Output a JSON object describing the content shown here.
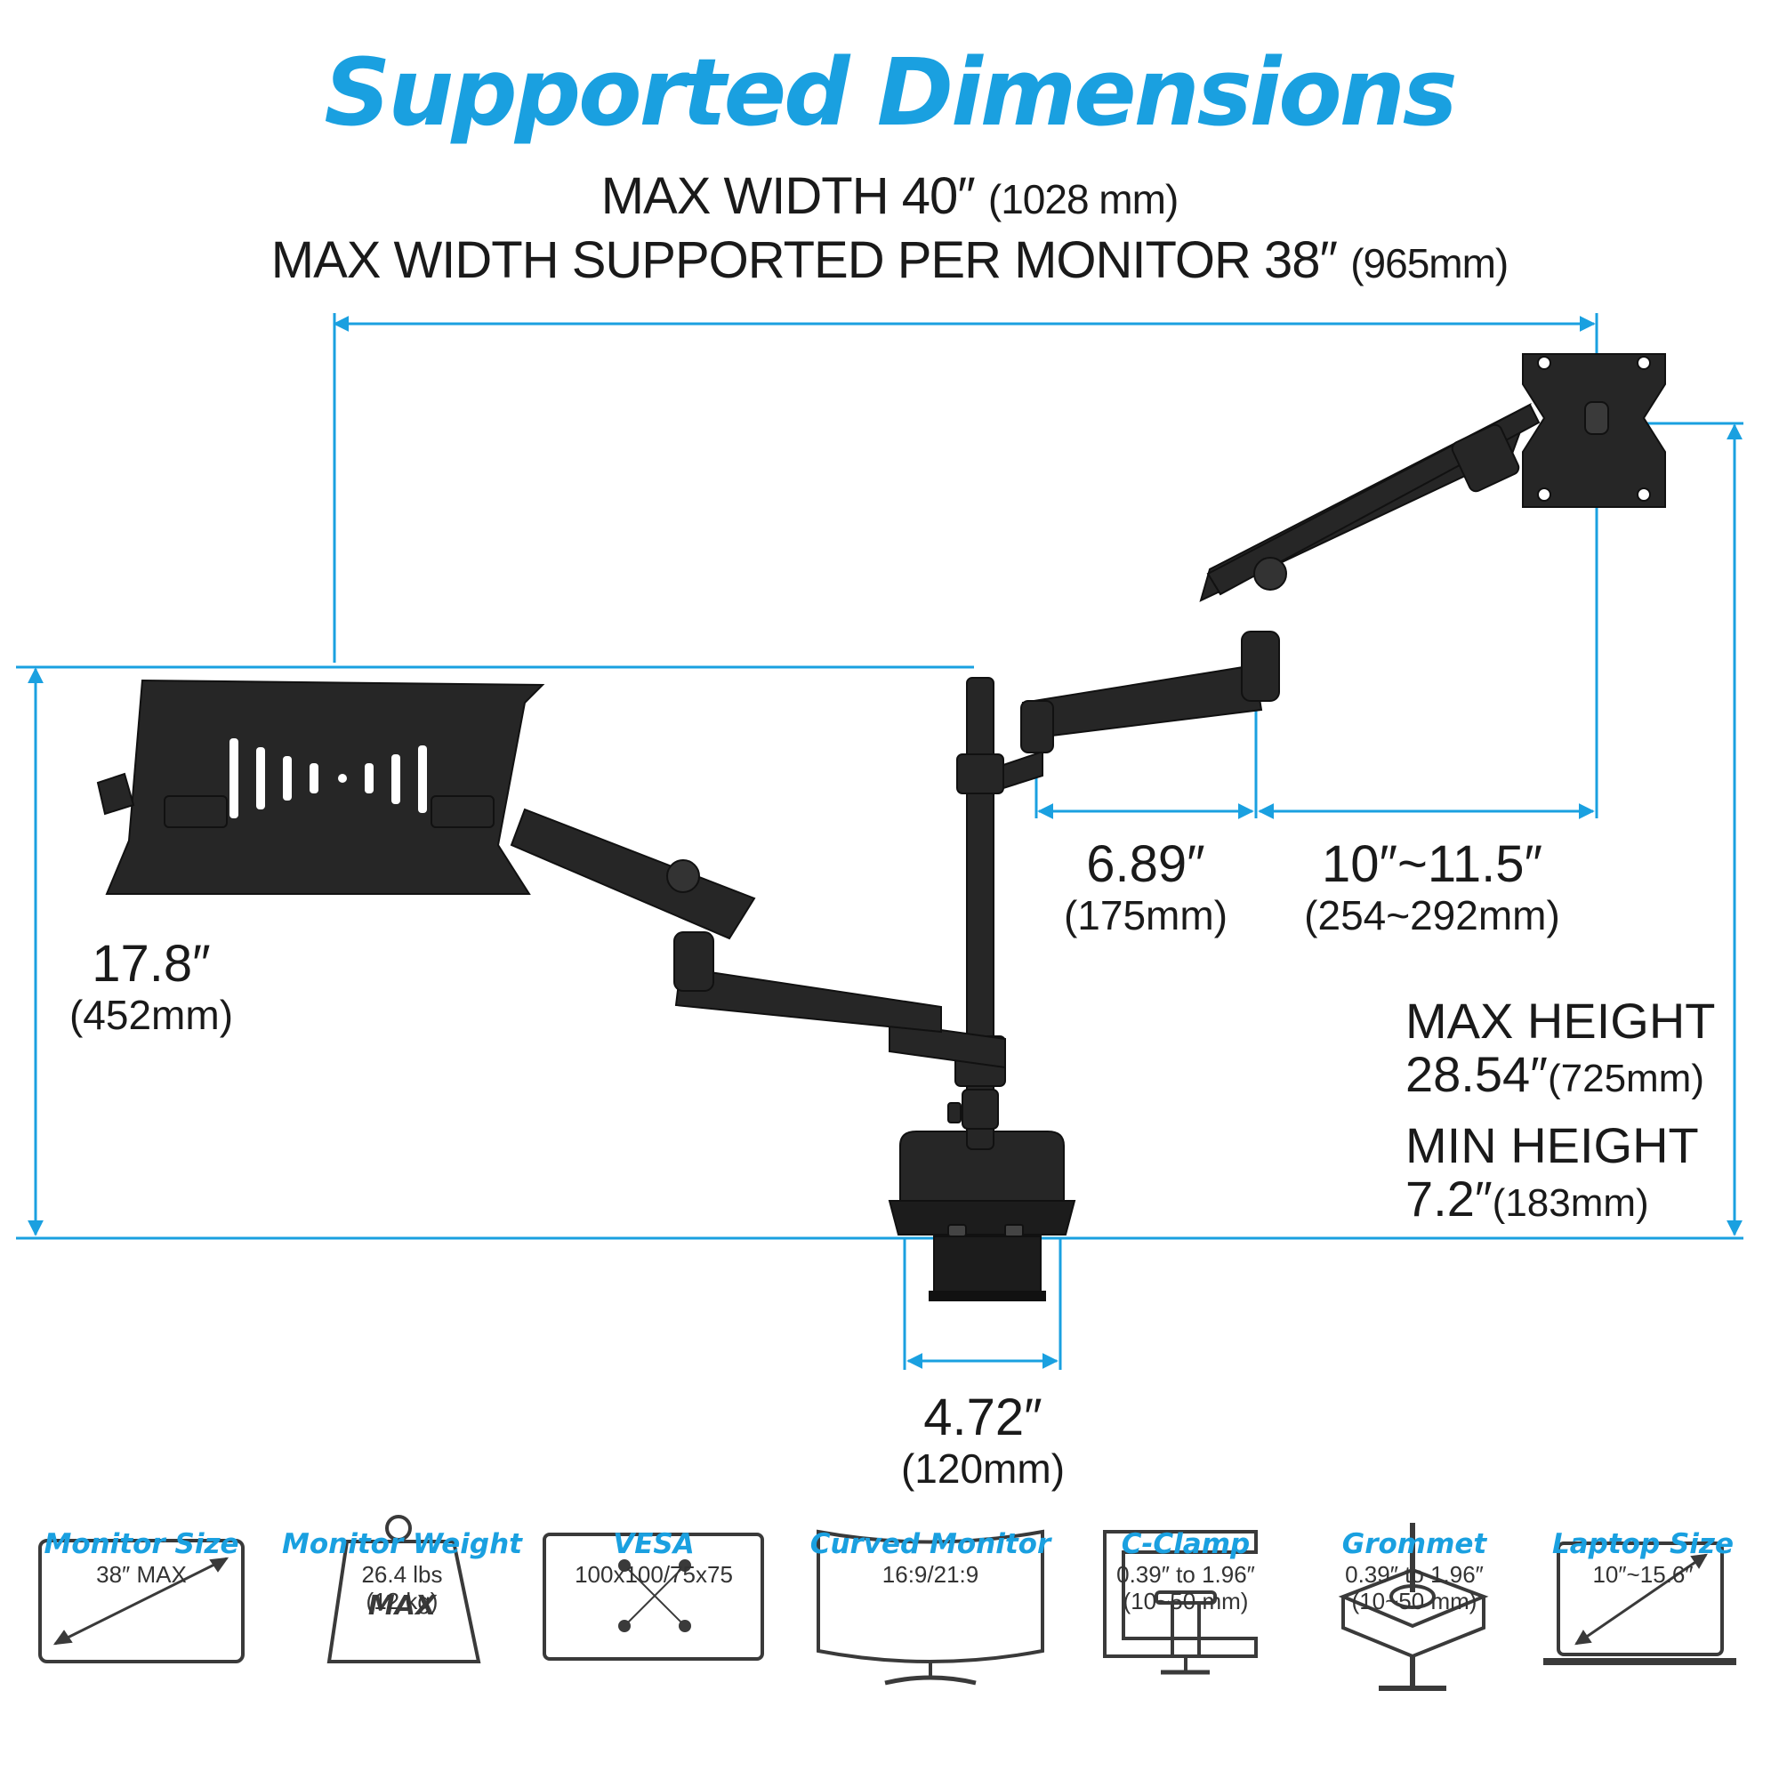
{
  "title": "Supported Dimensions",
  "header": {
    "line1_main": "MAX WIDTH 40″",
    "line1_unit": "(1028 mm)",
    "line2_main": "MAX WIDTH SUPPORTED PER MONITOR 38″",
    "line2_unit": "(965mm)"
  },
  "dimensions": {
    "arm_offset": {
      "imperial": "6.89″",
      "metric": "(175mm)"
    },
    "arm_reach": {
      "imperial": "10″~11.5″",
      "metric": "(254~292mm)"
    },
    "laptop_height": {
      "imperial": "17.8″",
      "metric": "(452mm)"
    },
    "base_width": {
      "imperial": "4.72″",
      "metric": "(120mm)"
    },
    "max_height": {
      "label": "MAX HEIGHT",
      "imperial": "28.54″",
      "metric": "(725mm)"
    },
    "min_height": {
      "label": "MIN HEIGHT",
      "imperial": "7.2″",
      "metric": "(183mm)"
    }
  },
  "features": [
    {
      "label": "Monitor Size",
      "value": "38″ MAX",
      "value2": "",
      "icon": "monitor-size-icon"
    },
    {
      "label": "Monitor Weight",
      "value": "26.4 lbs",
      "value2": "(12 kg)",
      "icon": "weight-icon",
      "icon_text": "MAX"
    },
    {
      "label": "VESA",
      "value": "100x100/75x75",
      "value2": "",
      "icon": "vesa-icon"
    },
    {
      "label": "Curved Monitor",
      "value": "16:9/21:9",
      "value2": "",
      "icon": "curved-monitor-icon"
    },
    {
      "label": "C-Clamp",
      "value": "0.39″ to 1.96″",
      "value2": "(10~50 mm)",
      "icon": "c-clamp-icon"
    },
    {
      "label": "Grommet",
      "value": "0.39″ to 1.96″",
      "value2": "(10~50 mm)",
      "icon": "grommet-icon"
    },
    {
      "label": "Laptop Size",
      "value": "10″~15.6″",
      "value2": "",
      "icon": "laptop-size-icon"
    }
  ],
  "colors": {
    "accent": "#1aa0e0",
    "product": "#262626",
    "text": "#1a1a1a"
  }
}
